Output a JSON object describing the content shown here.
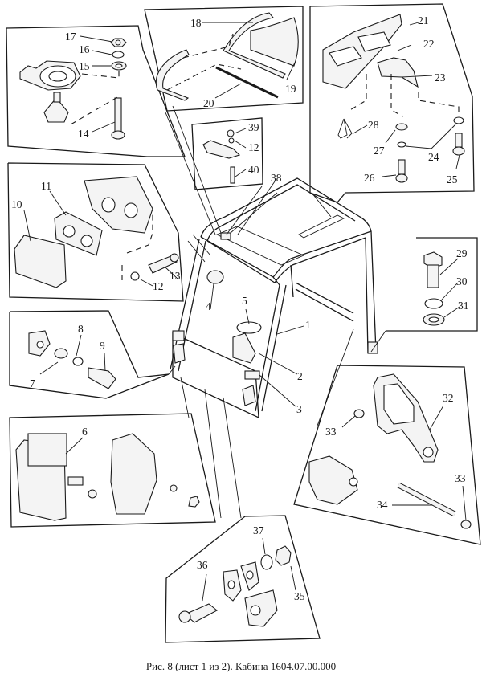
{
  "figure": {
    "caption": "Рис. 8 (лист 1 из 2). Кабина 1604.07.00.000"
  },
  "callouts": {
    "c1": "1",
    "c2": "2",
    "c3": "3",
    "c4": "4",
    "c5": "5",
    "c6": "6",
    "c7": "7",
    "c8": "8",
    "c9": "9",
    "c10": "10",
    "c11": "11",
    "c12a": "12",
    "c12b": "12",
    "c13": "13",
    "c14": "14",
    "c15": "15",
    "c16": "16",
    "c17": "17",
    "c18": "18",
    "c19": "19",
    "c20": "20",
    "c21": "21",
    "c22": "22",
    "c23": "23",
    "c24": "24",
    "c25": "25",
    "c26": "26",
    "c27": "27",
    "c28": "28",
    "c29": "29",
    "c30": "30",
    "c31": "31",
    "c32": "32",
    "c33a": "33",
    "c33b": "33",
    "c34": "34",
    "c35": "35",
    "c36": "36",
    "c37": "37",
    "c38": "38",
    "c39": "39",
    "c40": "40"
  },
  "panels": [
    {
      "id": "mirror-mount",
      "parts": [
        "14",
        "15",
        "16",
        "17"
      ]
    },
    {
      "id": "window-seal",
      "parts": [
        "18",
        "19",
        "20"
      ]
    },
    {
      "id": "switch-block",
      "parts": [
        "21",
        "22",
        "23",
        "24",
        "25",
        "26",
        "27",
        "28"
      ]
    },
    {
      "id": "roof-bracket",
      "parts": [
        "12",
        "39",
        "40"
      ]
    },
    {
      "id": "side-lamp",
      "parts": [
        "10",
        "11",
        "12",
        "13"
      ]
    },
    {
      "id": "handle-mount",
      "parts": [
        "7",
        "8",
        "9"
      ]
    },
    {
      "id": "rear-mount-bolt",
      "parts": [
        "29",
        "30",
        "31"
      ]
    },
    {
      "id": "head-lamp",
      "parts": [
        "6"
      ]
    },
    {
      "id": "hinge-bracket",
      "parts": [
        "32",
        "33",
        "34"
      ]
    },
    {
      "id": "latch",
      "parts": [
        "35",
        "36",
        "37"
      ]
    },
    {
      "id": "cab-main",
      "parts": [
        "1",
        "2",
        "3",
        "4",
        "5",
        "38"
      ]
    }
  ]
}
